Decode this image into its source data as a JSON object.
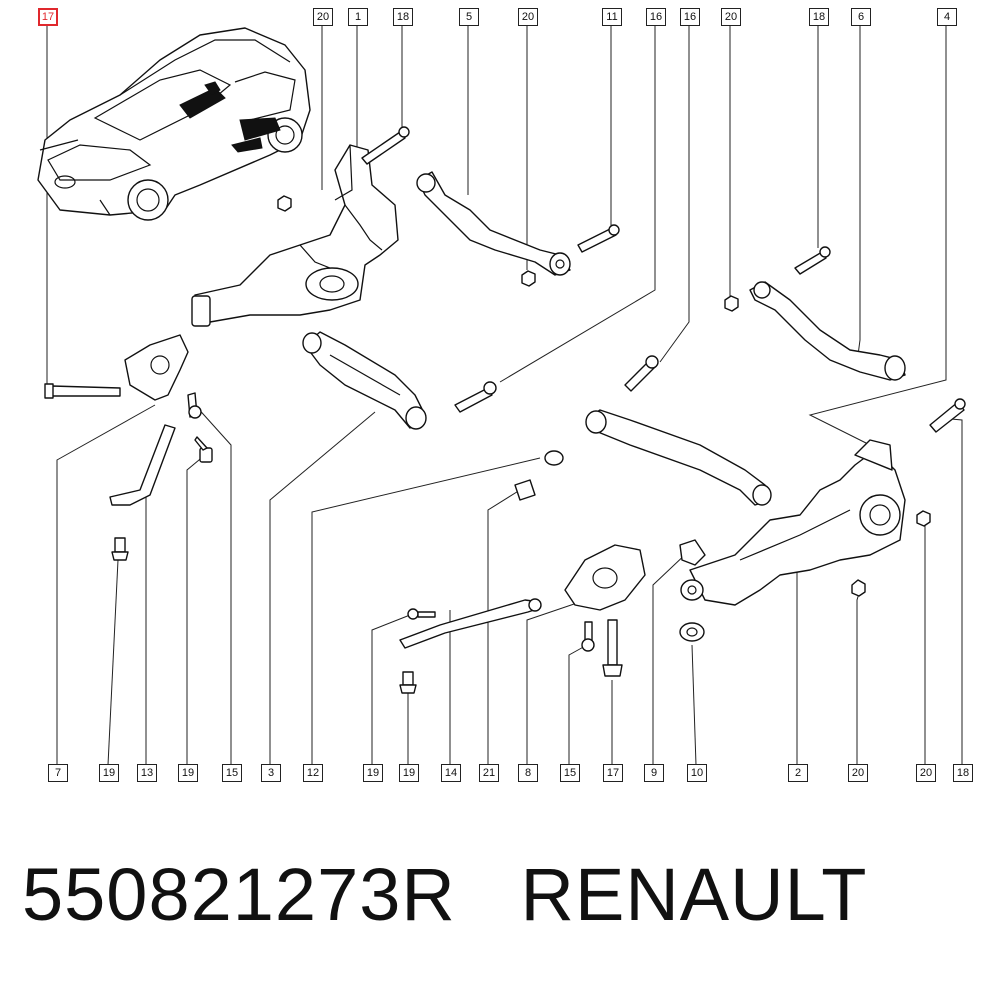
{
  "callouts": {
    "top": [
      {
        "id": "t17",
        "label": "17",
        "highlighted": true
      },
      {
        "id": "t20a",
        "label": "20"
      },
      {
        "id": "t1",
        "label": "1"
      },
      {
        "id": "t18a",
        "label": "18"
      },
      {
        "id": "t5",
        "label": "5"
      },
      {
        "id": "t20b",
        "label": "20"
      },
      {
        "id": "t11",
        "label": "11"
      },
      {
        "id": "t16a",
        "label": "16"
      },
      {
        "id": "t16b",
        "label": "16"
      },
      {
        "id": "t20c",
        "label": "20"
      },
      {
        "id": "t18b",
        "label": "18"
      },
      {
        "id": "t6",
        "label": "6"
      },
      {
        "id": "t4",
        "label": "4"
      }
    ],
    "bottom": [
      {
        "id": "b7",
        "label": "7"
      },
      {
        "id": "b19a",
        "label": "19"
      },
      {
        "id": "b13",
        "label": "13"
      },
      {
        "id": "b19b",
        "label": "19"
      },
      {
        "id": "b15a",
        "label": "15"
      },
      {
        "id": "b3",
        "label": "3"
      },
      {
        "id": "b12",
        "label": "12"
      },
      {
        "id": "b19c",
        "label": "19"
      },
      {
        "id": "b19d",
        "label": "19"
      },
      {
        "id": "b14",
        "label": "14"
      },
      {
        "id": "b21",
        "label": "21"
      },
      {
        "id": "b8",
        "label": "8"
      },
      {
        "id": "b15b",
        "label": "15"
      },
      {
        "id": "b17",
        "label": "17"
      },
      {
        "id": "b9",
        "label": "9"
      },
      {
        "id": "b10",
        "label": "10"
      },
      {
        "id": "b2",
        "label": "2"
      },
      {
        "id": "b20a",
        "label": "20"
      },
      {
        "id": "b20b",
        "label": "20"
      },
      {
        "id": "b18",
        "label": "18"
      }
    ]
  },
  "footer": {
    "part_number": "550821273R",
    "brand": "RENAULT"
  },
  "colors": {
    "line": "#111111",
    "highlight": "#e0282d",
    "background": "#ffffff"
  }
}
